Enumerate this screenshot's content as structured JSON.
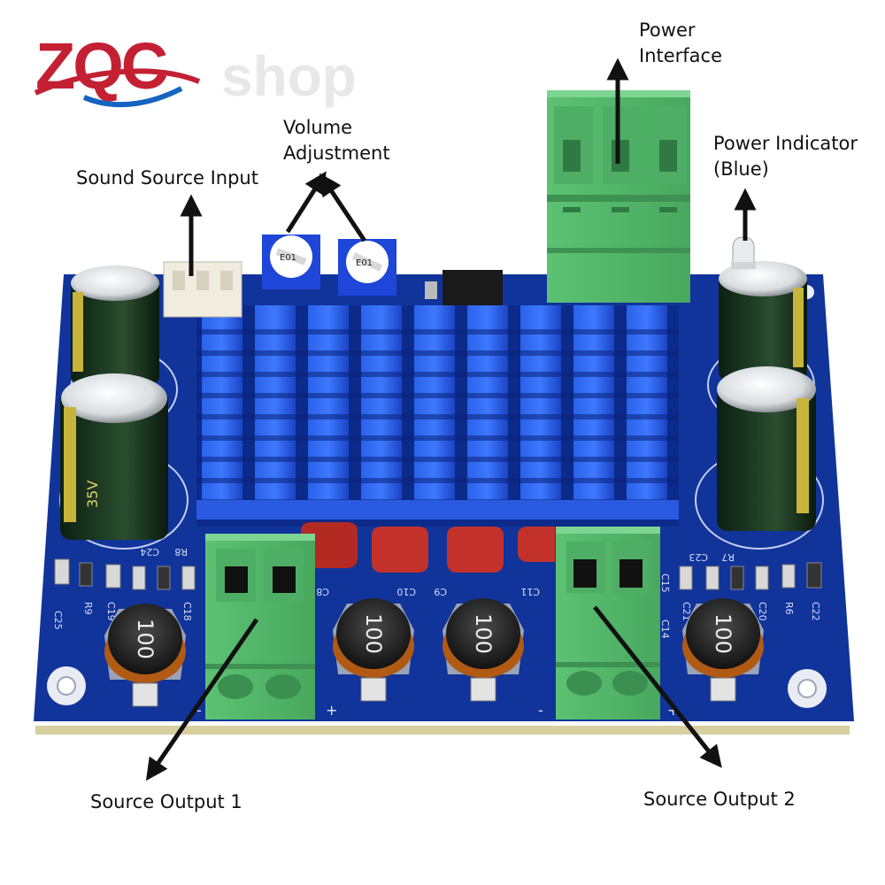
{
  "logo": {
    "text": "ZQC",
    "ghost_text": "shop",
    "colors": {
      "red": "#c42033",
      "blue": "#1565c0"
    }
  },
  "labels": {
    "power_interface": [
      "Power",
      "Interface"
    ],
    "power_indicator": [
      "Power Indicator",
      "(Blue)"
    ],
    "volume_adjustment": [
      "Volume",
      "Adjustment"
    ],
    "sound_source_input": "Sound Source Input",
    "source_output_1": "Source Output 1",
    "source_output_2": "Source Output 2"
  },
  "board": {
    "pcb_color": "#10349a",
    "heatsink_color": "#1f52d6",
    "terminal_color": "#5cc273",
    "cap_marking": "35V",
    "pot_marking": "E01",
    "inductor_marking": "100",
    "silkscreen": {
      "left_labels": [
        "C25",
        "R9",
        "C19",
        "C24",
        "R8",
        "C18"
      ],
      "right_labels": [
        "C23",
        "R7",
        "C21",
        "C20",
        "R6",
        "C22"
      ],
      "mid_labels": [
        "C8",
        "C10",
        "C9",
        "C11",
        "C14",
        "C15"
      ],
      "polarity": [
        "-",
        "+",
        "-",
        "+"
      ]
    }
  },
  "colors": {
    "arrow": "#111111",
    "text": "#111111"
  }
}
